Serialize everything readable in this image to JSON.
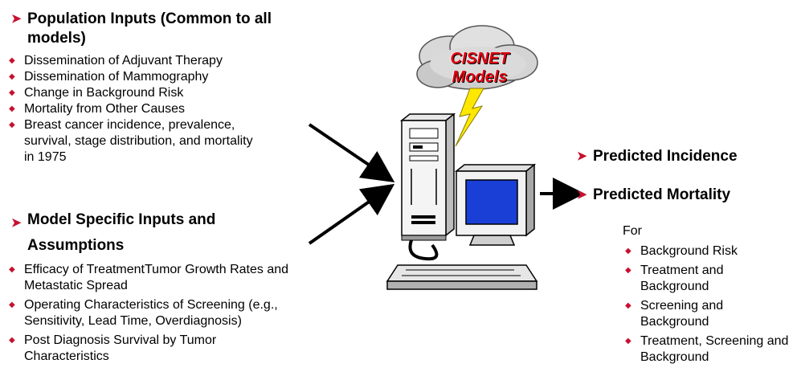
{
  "population_inputs": {
    "heading": "Population Inputs (Common to all models)",
    "items": [
      "Dissemination of Adjuvant Therapy",
      "Dissemination of Mammography",
      "Change in Background Risk",
      "Mortality from Other Causes",
      "Breast cancer incidence, prevalence, survival, stage distribution, and mortality in 1975"
    ]
  },
  "model_specific_inputs": {
    "heading": "Model Specific Inputs and Assumptions",
    "items": [
      "Efficacy of TreatmentTumor Growth Rates and Metastatic Spread",
      "Operating Characteristics of Screening (e.g., Sensitivity, Lead Time, Overdiagnosis)",
      "Post Diagnosis Survival by Tumor Characteristics"
    ]
  },
  "cloud": {
    "line1": "CISNET",
    "line2": "Models"
  },
  "outputs": {
    "predicted_incidence": "Predicted Incidence",
    "predicted_mortality": "Predicted Mortality",
    "for_label": "For",
    "for_items": [
      "Background Risk",
      "Treatment and Background",
      "Screening and Background",
      "Treatment, Screening and Background"
    ]
  },
  "colors": {
    "accent_red": "#c8102e",
    "screen_blue": "#1a3fd6",
    "cloud_text_red": "#e30613",
    "lightning_yellow": "#ffe800"
  }
}
